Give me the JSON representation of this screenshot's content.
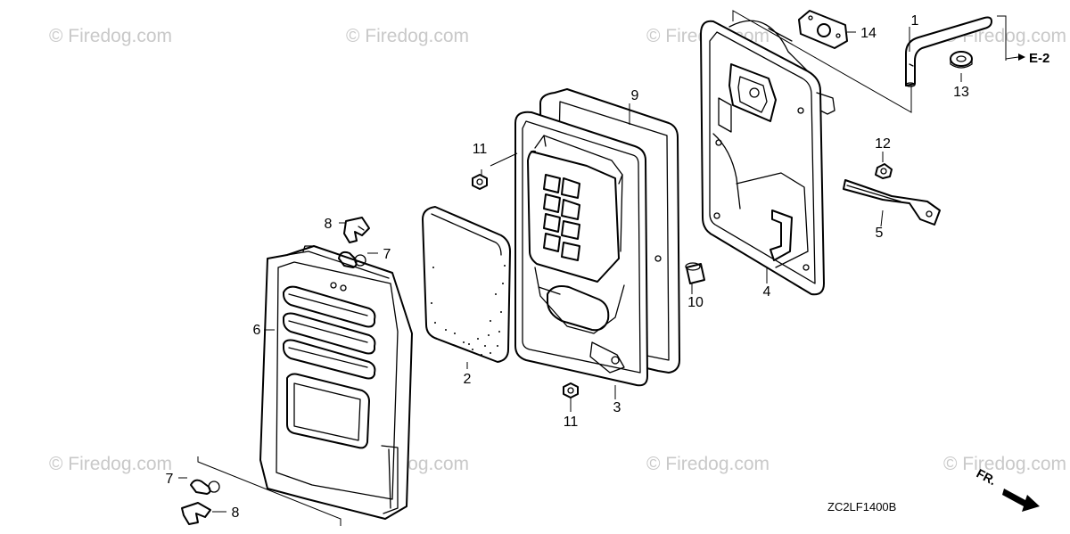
{
  "watermark": "© Firedog.com",
  "diagram_code": "ZC2LF1400B",
  "reference": "E-2",
  "front_label": "FR.",
  "part_numbers": {
    "p1": "1",
    "p2": "2",
    "p3": "3",
    "p4": "4",
    "p5": "5",
    "p6": "6",
    "p7a": "7",
    "p7b": "7",
    "p8a": "8",
    "p8b": "8",
    "p9": "9",
    "p10": "10",
    "p11a": "11",
    "p11b": "11",
    "p12": "12",
    "p13": "13",
    "p14": "14"
  }
}
